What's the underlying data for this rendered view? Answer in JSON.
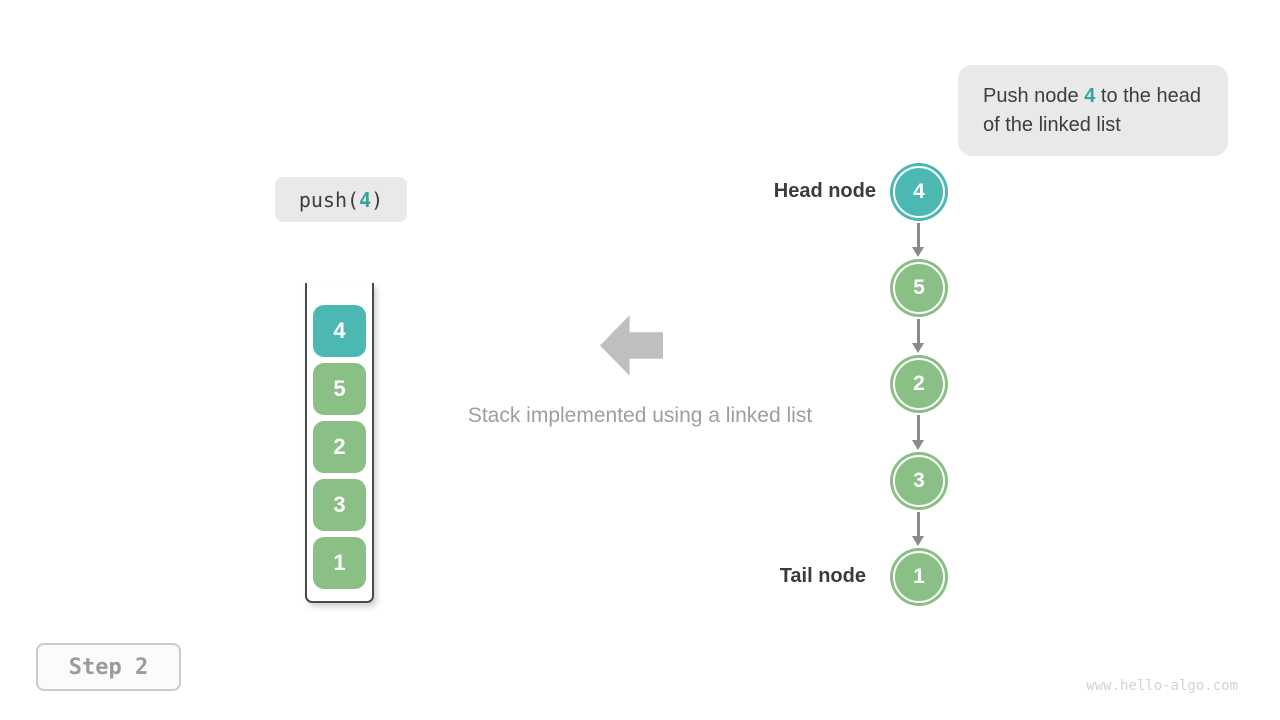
{
  "colors": {
    "teal": "#4bb8b1",
    "green": "#8abf85",
    "highlight_text": "#36a399",
    "dark_text": "#3b3b3b",
    "muted_text": "#9e9e9e",
    "box_background": "#e9e9e9"
  },
  "callout": {
    "text1": "Push node ",
    "highlight": "4",
    "text2": " to the head of the linked list"
  },
  "push_call": {
    "text1": "push(",
    "highlight": "4",
    "text2": ")"
  },
  "stack": {
    "items": [
      {
        "value": "4",
        "color": "teal"
      },
      {
        "value": "5",
        "color": "green"
      },
      {
        "value": "2",
        "color": "green"
      },
      {
        "value": "3",
        "color": "green"
      },
      {
        "value": "1",
        "color": "green"
      }
    ]
  },
  "caption": "Stack implemented using a linked list",
  "linked_list": {
    "head_label": "Head node",
    "tail_label": "Tail node",
    "nodes": [
      {
        "value": "4",
        "color": "teal"
      },
      {
        "value": "5",
        "color": "green"
      },
      {
        "value": "2",
        "color": "green"
      },
      {
        "value": "3",
        "color": "green"
      },
      {
        "value": "1",
        "color": "green"
      }
    ]
  },
  "step_label": "Step 2",
  "watermark": "www.hello-algo.com"
}
